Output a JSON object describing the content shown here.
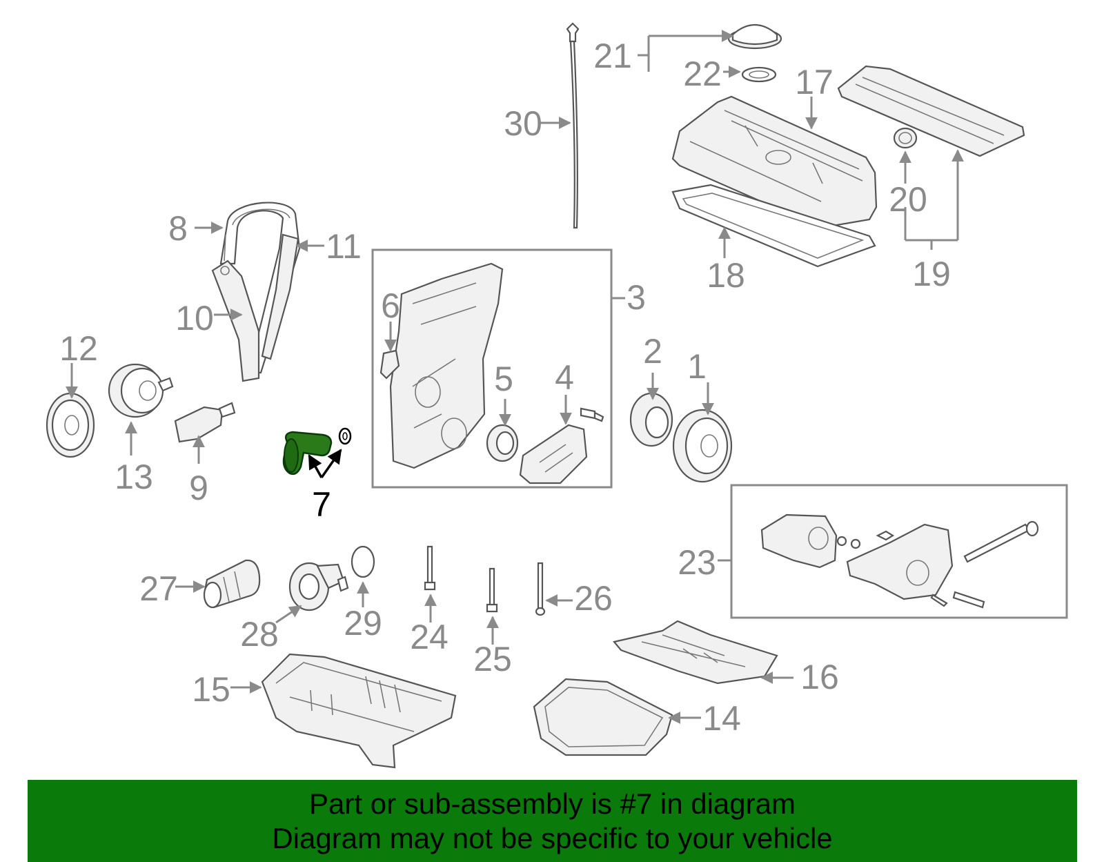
{
  "colors": {
    "label": "#8a8a8a",
    "highlight_part": "#2a7a1a",
    "banner_background": "#0a7a0a",
    "banner_text": "#000000"
  },
  "callouts": {
    "c1": "1",
    "c2": "2",
    "c3": "3",
    "c4": "4",
    "c5": "5",
    "c6": "6",
    "c7": "7",
    "c8": "8",
    "c9": "9",
    "c10": "10",
    "c11": "11",
    "c12": "12",
    "c13": "13",
    "c14": "14",
    "c15": "15",
    "c16": "16",
    "c17": "17",
    "c18": "18",
    "c19": "19",
    "c20": "20",
    "c21": "21",
    "c22": "22",
    "c23": "23",
    "c24": "24",
    "c25": "25",
    "c26": "26",
    "c27": "27",
    "c28": "28",
    "c29": "29",
    "c30": "30"
  },
  "highlighted_callout": "7",
  "banner": {
    "line1": "Part or sub-assembly is #7 in diagram",
    "line2": "Diagram may not be specific to your vehicle"
  }
}
